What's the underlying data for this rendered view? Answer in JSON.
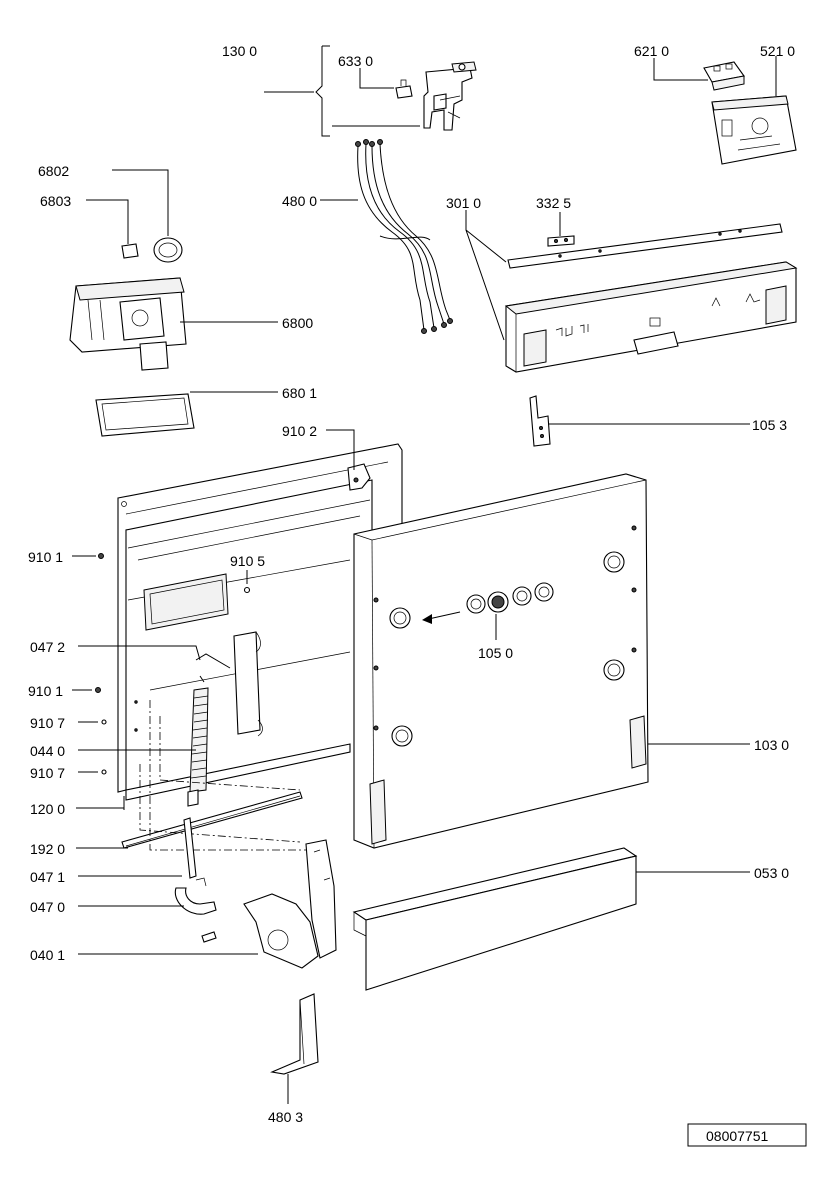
{
  "labels": {
    "p1300": "130 0",
    "p6330": "633 0",
    "p6210": "621 0",
    "p5210": "521 0",
    "p6802": "6802",
    "p6803": "6803",
    "p4800": "480 0",
    "p3010": "301 0",
    "p3325": "332 5",
    "p6800": "6800",
    "p6801": "680 1",
    "p9102": "910 2",
    "p1053": "105 3",
    "p9101a": "910 1",
    "p9105": "910 5",
    "p0472": "047 2",
    "p1050": "105 0",
    "p9101b": "910 1",
    "p9107a": "910 7",
    "p0440": "044 0",
    "p1030": "103 0",
    "p9107b": "910 7",
    "p1200": "120 0",
    "p1920": "192 0",
    "p0471": "047 1",
    "p0530": "053 0",
    "p0470": "047 0",
    "p0401": "040 1",
    "p4803": "480 3"
  },
  "drawing_number": "08007751"
}
